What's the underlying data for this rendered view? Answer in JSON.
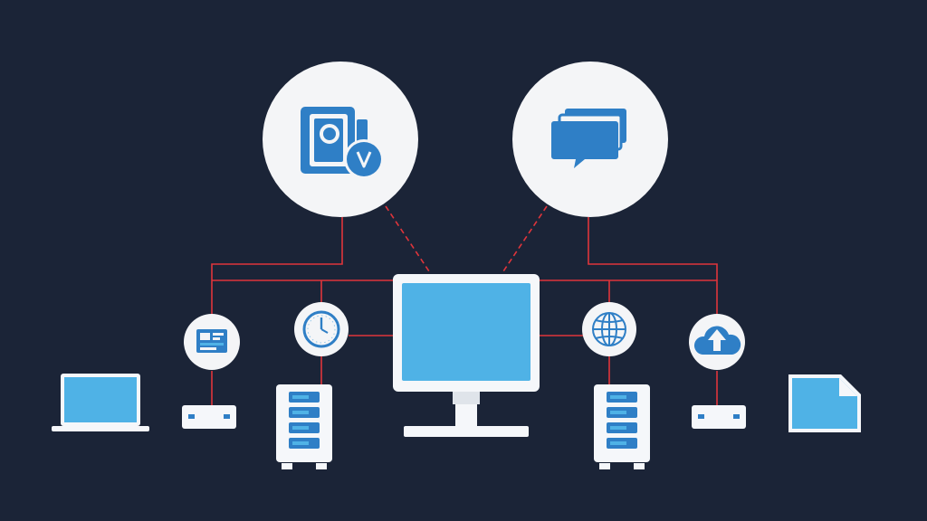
{
  "colors": {
    "background": "#1b2437",
    "connector": "#e0353b",
    "icon_blue": "#2f7fc6",
    "screen_blue": "#4fb2e6",
    "device_white": "#f5f7fa",
    "circle_white": "#f4f5f7"
  },
  "nodes": [
    {
      "name": "secure-media-circle",
      "icon": "media-shield-icon"
    },
    {
      "name": "messaging-circle",
      "icon": "chat-bubbles-icon"
    },
    {
      "name": "central-monitor",
      "icon": "desktop-monitor-icon"
    },
    {
      "name": "clock-node",
      "icon": "clock-icon"
    },
    {
      "name": "globe-node",
      "icon": "globe-icon"
    },
    {
      "name": "data-node",
      "icon": "dashboard-icon"
    },
    {
      "name": "cloud-upload-node",
      "icon": "cloud-upload-icon"
    },
    {
      "name": "left-server",
      "icon": "server-rack-icon"
    },
    {
      "name": "right-server",
      "icon": "server-rack-icon"
    },
    {
      "name": "left-router",
      "icon": "router-icon"
    },
    {
      "name": "right-router",
      "icon": "router-icon"
    },
    {
      "name": "laptop",
      "icon": "laptop-icon"
    },
    {
      "name": "document",
      "icon": "document-icon"
    }
  ]
}
